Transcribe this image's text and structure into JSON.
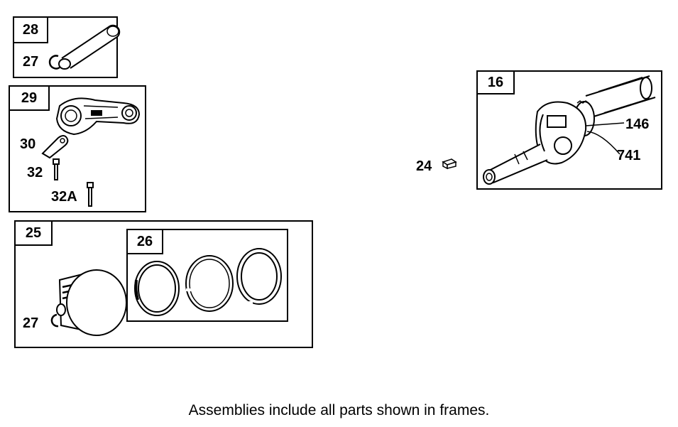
{
  "frames": {
    "f28": "28",
    "f29": "29",
    "f25": "25",
    "f26": "26",
    "f16": "16"
  },
  "callouts": {
    "c27_top": "27",
    "c30": "30",
    "c32": "32",
    "c32a": "32A",
    "c27_piston": "27",
    "c24": "24",
    "c146": "146",
    "c741": "741"
  },
  "caption": "Assemblies include all parts shown in frames."
}
